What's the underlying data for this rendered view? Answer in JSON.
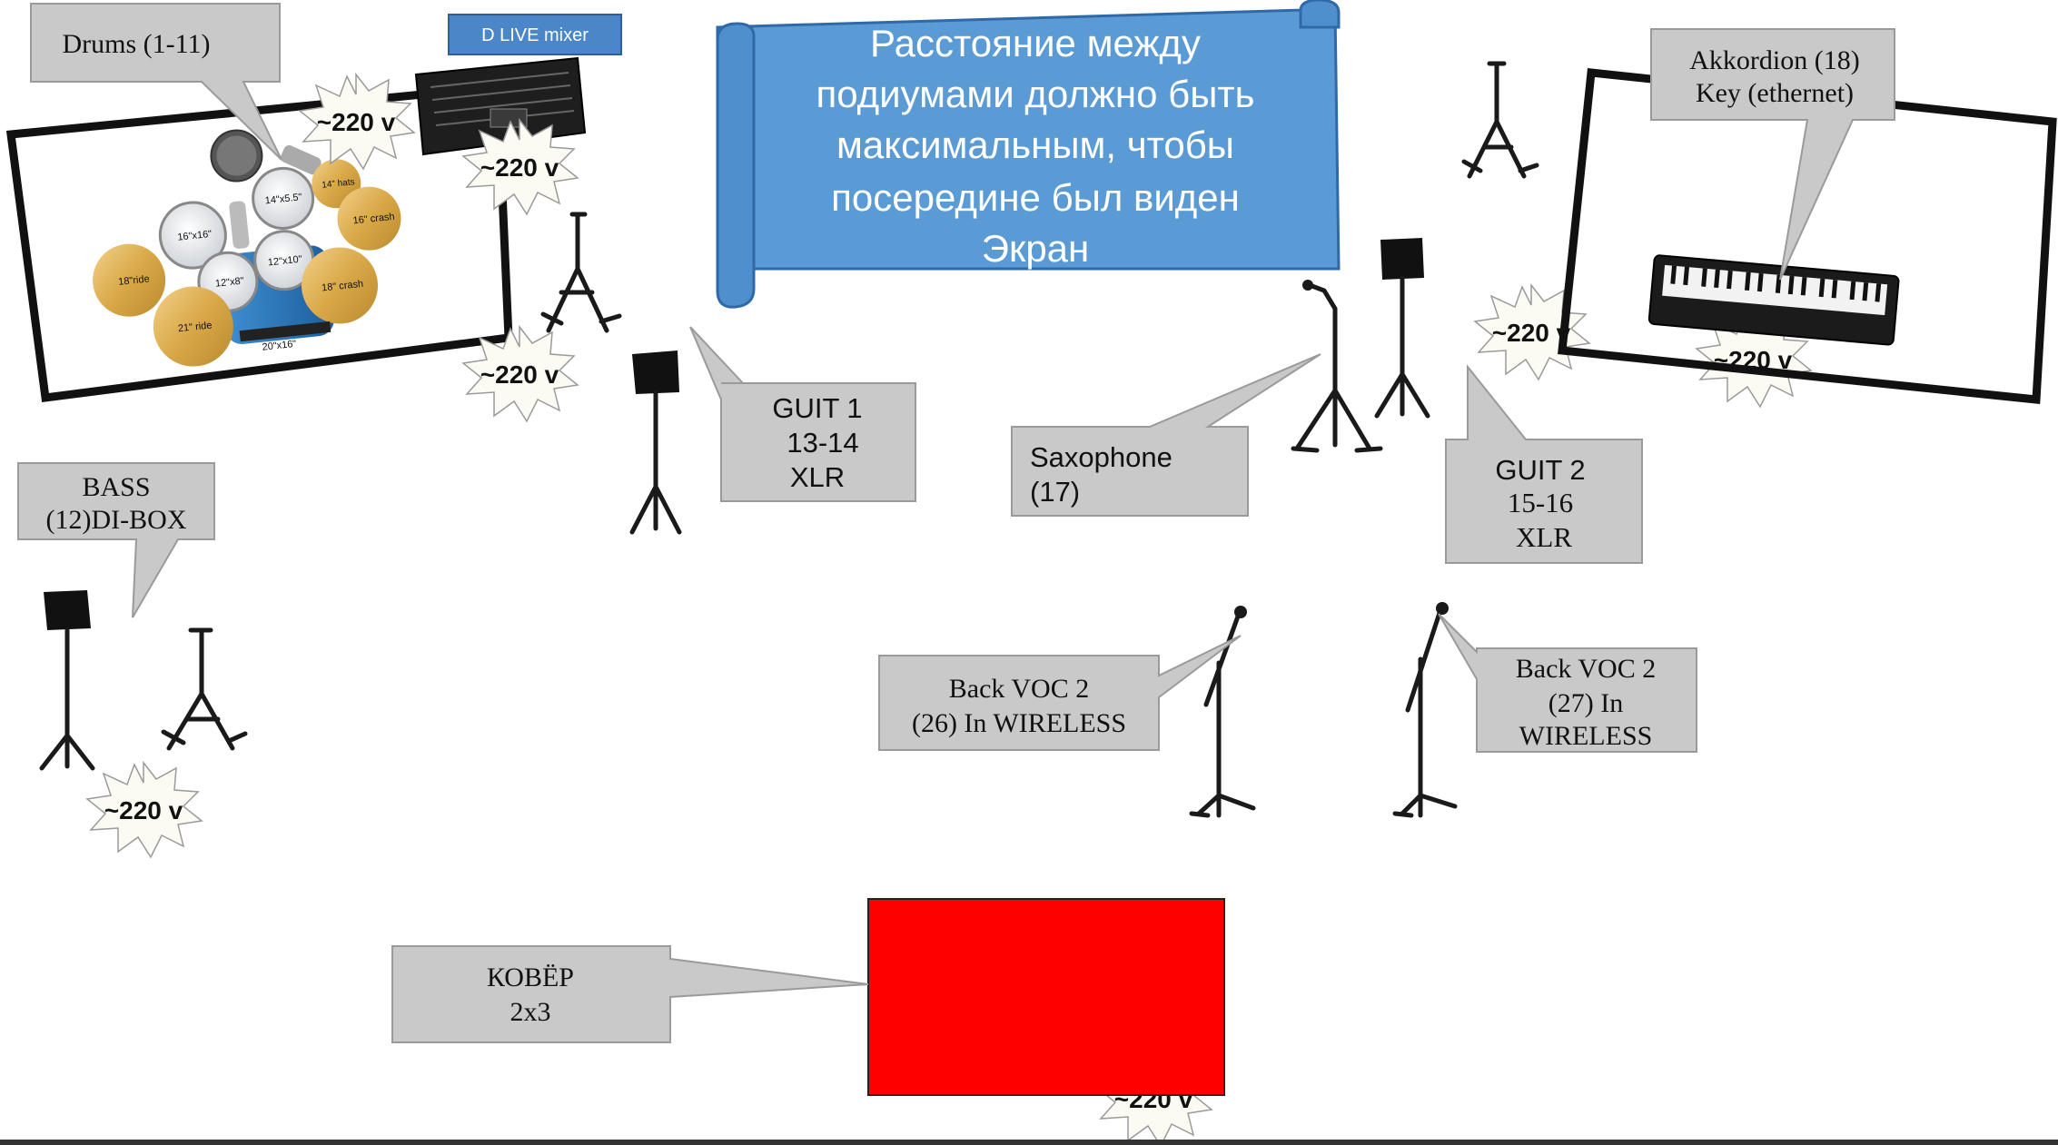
{
  "callouts": {
    "drums": [
      "Drums (1-11)"
    ],
    "mixer": [
      "D LIVE mixer"
    ],
    "guit1": [
      "GUIT 1",
      "13-14",
      "XLR"
    ],
    "saxophone": [
      "Saxophone",
      "(17)"
    ],
    "guit2": [
      "GUIT 2",
      "15-16",
      "XLR"
    ],
    "akkordion": [
      "Akkordion (18)",
      "Key (ethernet)"
    ],
    "bass": [
      "BASS",
      "(12)DI-BOX"
    ],
    "backvoc_left": [
      "Back VOC 2",
      "(26) In WIRELESS"
    ],
    "backvoc_right": [
      "Back VOC 2",
      "(27) In",
      "WIRELESS"
    ],
    "carpet": [
      "КОВЁР",
      "2x3"
    ]
  },
  "banner": [
    "Расстояние между",
    "подиумами должно быть",
    "максимальным, чтобы",
    "посередине был виден",
    "Экран"
  ],
  "power_label": "~220 v",
  "drum_labels": [
    "18\"ride",
    "16\"x16\"",
    "14\"x5.5\"",
    "14\" hats",
    "16\" crash",
    "12\"x8\"",
    "12\"x10\"",
    "18\" crash",
    "21\" ride",
    "20\"x16\""
  ],
  "colors": {
    "banner": "#5b9bd5",
    "carpet": "#ff0000",
    "mixer_label": "#4a86c8",
    "callout": "#c9c9c9"
  },
  "icons": [
    "music-stand-icon",
    "guitar-stand-icon",
    "microphone-stand-icon",
    "power-burst-icon",
    "keyboard-icon",
    "mixer-icon",
    "drum-kit-icon"
  ]
}
